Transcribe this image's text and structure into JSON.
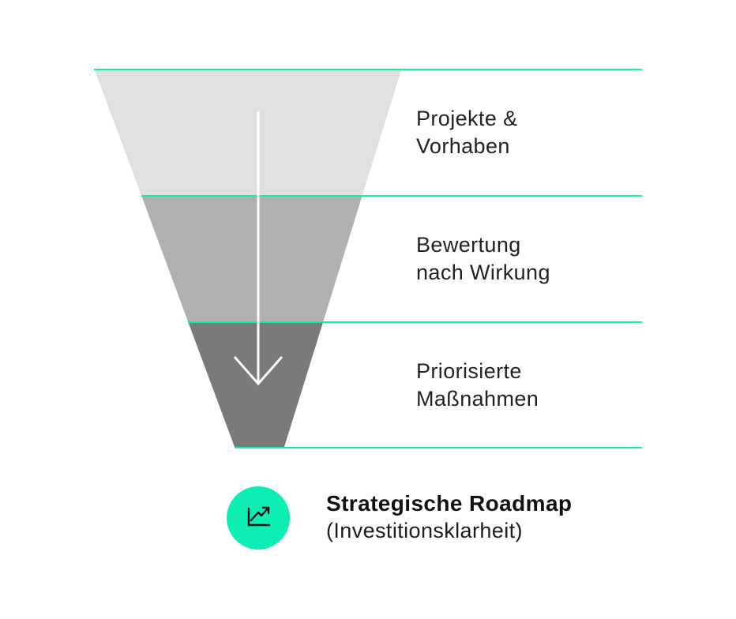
{
  "diagram": {
    "type": "funnel",
    "stages": [
      {
        "label": "Projekte &\nVorhaben",
        "fill": "#e0e0e0"
      },
      {
        "label": "Bewertung\nnach Wirkung",
        "fill": "#b1b1b1"
      },
      {
        "label": "Priorisierte\nMaßnahmen",
        "fill": "#7a7a7a"
      }
    ],
    "arrow_icon": "down-arrow-icon",
    "arrow_color": "#ffffff"
  },
  "legend": {
    "title": "Strategische Roadmap",
    "subtitle": "(Investitionsklarheit)",
    "icon": "line-chart-icon",
    "icon_bg": "#0ceeb4",
    "icon_color": "#111111"
  },
  "colors": {
    "background": "#ffffff",
    "divider": "#0ceeb4",
    "label_text": "#222222",
    "title_text": "#111111"
  }
}
